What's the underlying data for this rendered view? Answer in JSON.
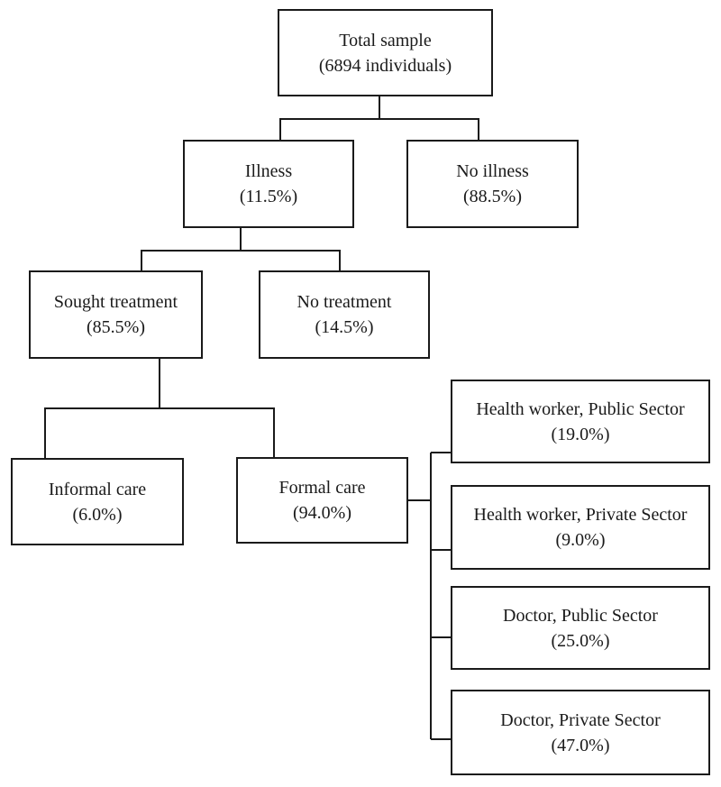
{
  "diagram": {
    "type": "flowchart",
    "colors": {
      "line": "#1a1a1a",
      "text": "#1a1a1a",
      "box_background": "#ffffff",
      "page_background": "#ffffff"
    },
    "nodes": {
      "total": {
        "label": "Total sample",
        "value": "(6894 individuals)"
      },
      "illness": {
        "label": "Illness",
        "value": "(11.5%)"
      },
      "no_illness": {
        "label": "No illness",
        "value": "(88.5%)"
      },
      "sought": {
        "label": "Sought treatment",
        "value": "(85.5%)"
      },
      "no_treat": {
        "label": "No treatment",
        "value": "(14.5%)"
      },
      "informal": {
        "label": "Informal care",
        "value": "(6.0%)"
      },
      "formal": {
        "label": "Formal care",
        "value": "(94.0%)"
      },
      "hw_public": {
        "label": "Health worker, Public Sector",
        "value": "(19.0%)"
      },
      "hw_private": {
        "label": "Health worker, Private Sector",
        "value": "(9.0%)"
      },
      "dr_public": {
        "label": "Doctor, Public Sector",
        "value": "(25.0%)"
      },
      "dr_private": {
        "label": "Doctor, Private Sector",
        "value": "(47.0%)"
      }
    },
    "edges": [
      {
        "from": "total",
        "to": "illness"
      },
      {
        "from": "total",
        "to": "no_illness"
      },
      {
        "from": "illness",
        "to": "sought"
      },
      {
        "from": "illness",
        "to": "no_treat"
      },
      {
        "from": "sought",
        "to": "informal"
      },
      {
        "from": "sought",
        "to": "formal"
      },
      {
        "from": "formal",
        "to": "hw_public"
      },
      {
        "from": "formal",
        "to": "hw_private"
      },
      {
        "from": "formal",
        "to": "dr_public"
      },
      {
        "from": "formal",
        "to": "dr_private"
      }
    ]
  }
}
